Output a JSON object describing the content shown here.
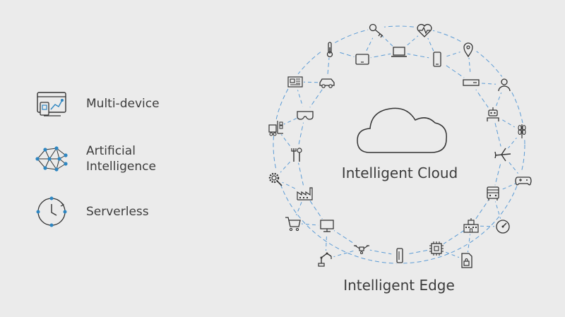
{
  "legend": {
    "items": [
      {
        "label": "Multi-device",
        "icon": "multi-device-icon"
      },
      {
        "label": "Artificial\nIntelligence",
        "icon": "ai-network-icon"
      },
      {
        "label": "Serverless",
        "icon": "serverless-clock-icon"
      }
    ]
  },
  "diagram": {
    "cloud_label": "Intelligent Cloud",
    "edge_label": "Intelligent Edge",
    "colors": {
      "line": "#5b9bd5",
      "icon": "#333333",
      "accent": "#2e86c1",
      "background": "#ebebeb"
    },
    "inner_ring_icons": [
      "laptop-icon",
      "tablet-icon",
      "thermometer-icon",
      "car-icon",
      "vr-headset-icon",
      "tools-icon",
      "factory-icon",
      "monitor-icon",
      "drone-icon",
      "smartphone-side-icon",
      "microchip-icon",
      "building-icon",
      "bus-icon",
      "airplane-icon",
      "robot-icon",
      "router-icon",
      "phone-icon"
    ],
    "outer_ring_icons": [
      "key-icon",
      "heart-rate-icon",
      "map-pin-icon",
      "person-icon",
      "wheat-icon",
      "gamepad-icon",
      "speedometer-icon",
      "secure-document-icon",
      "robotic-arm-icon",
      "shopping-cart-icon",
      "gear-icon",
      "forklift-icon",
      "news-icon"
    ]
  }
}
